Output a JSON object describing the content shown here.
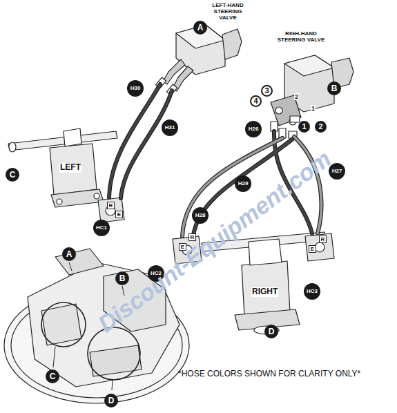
{
  "diagram": {
    "nodes": [
      {
        "text": [
          "A"
        ]
      },
      {
        "text": [
          "H30"
        ]
      },
      {
        "text": [
          "B"
        ]
      },
      {
        "text": [
          "3"
        ]
      },
      {
        "text": [
          "4"
        ]
      },
      {
        "text": [
          "1"
        ]
      },
      {
        "text": [
          "2"
        ]
      },
      {
        "text": [
          "H31"
        ]
      },
      {
        "text": [
          "H26"
        ]
      },
      {
        "text": [
          "H27"
        ]
      },
      {
        "text": [
          "C"
        ]
      },
      {
        "text": [
          "H29"
        ]
      },
      {
        "text": [
          "R"
        ]
      },
      {
        "text": [
          "E"
        ]
      },
      {
        "text": [
          "H28"
        ]
      },
      {
        "text": [
          "HC1"
        ]
      },
      {
        "text": [
          "R"
        ]
      },
      {
        "text": [
          "E"
        ]
      },
      {
        "text": [
          "R"
        ]
      },
      {
        "text": [
          "E"
        ]
      },
      {
        "text": [
          "A"
        ]
      },
      {
        "text": [
          "HC2"
        ]
      },
      {
        "text": [
          "B"
        ]
      },
      {
        "text": [
          "HC3"
        ]
      },
      {
        "text": [
          "D"
        ]
      },
      {
        "text": [
          "C"
        ]
      },
      {
        "text": [
          "D"
        ]
      }
    ],
    "labels": [
      "LEFT-HAND STEERING VALVE",
      "RIGH-HAND STEERING VALVE",
      "2",
      "1",
      "LEFT",
      "RIGHT",
      "*HOSE COLORS SHOWN FOR CLARITY ONLY*",
      "Discount-Equipment.com"
    ]
  }
}
